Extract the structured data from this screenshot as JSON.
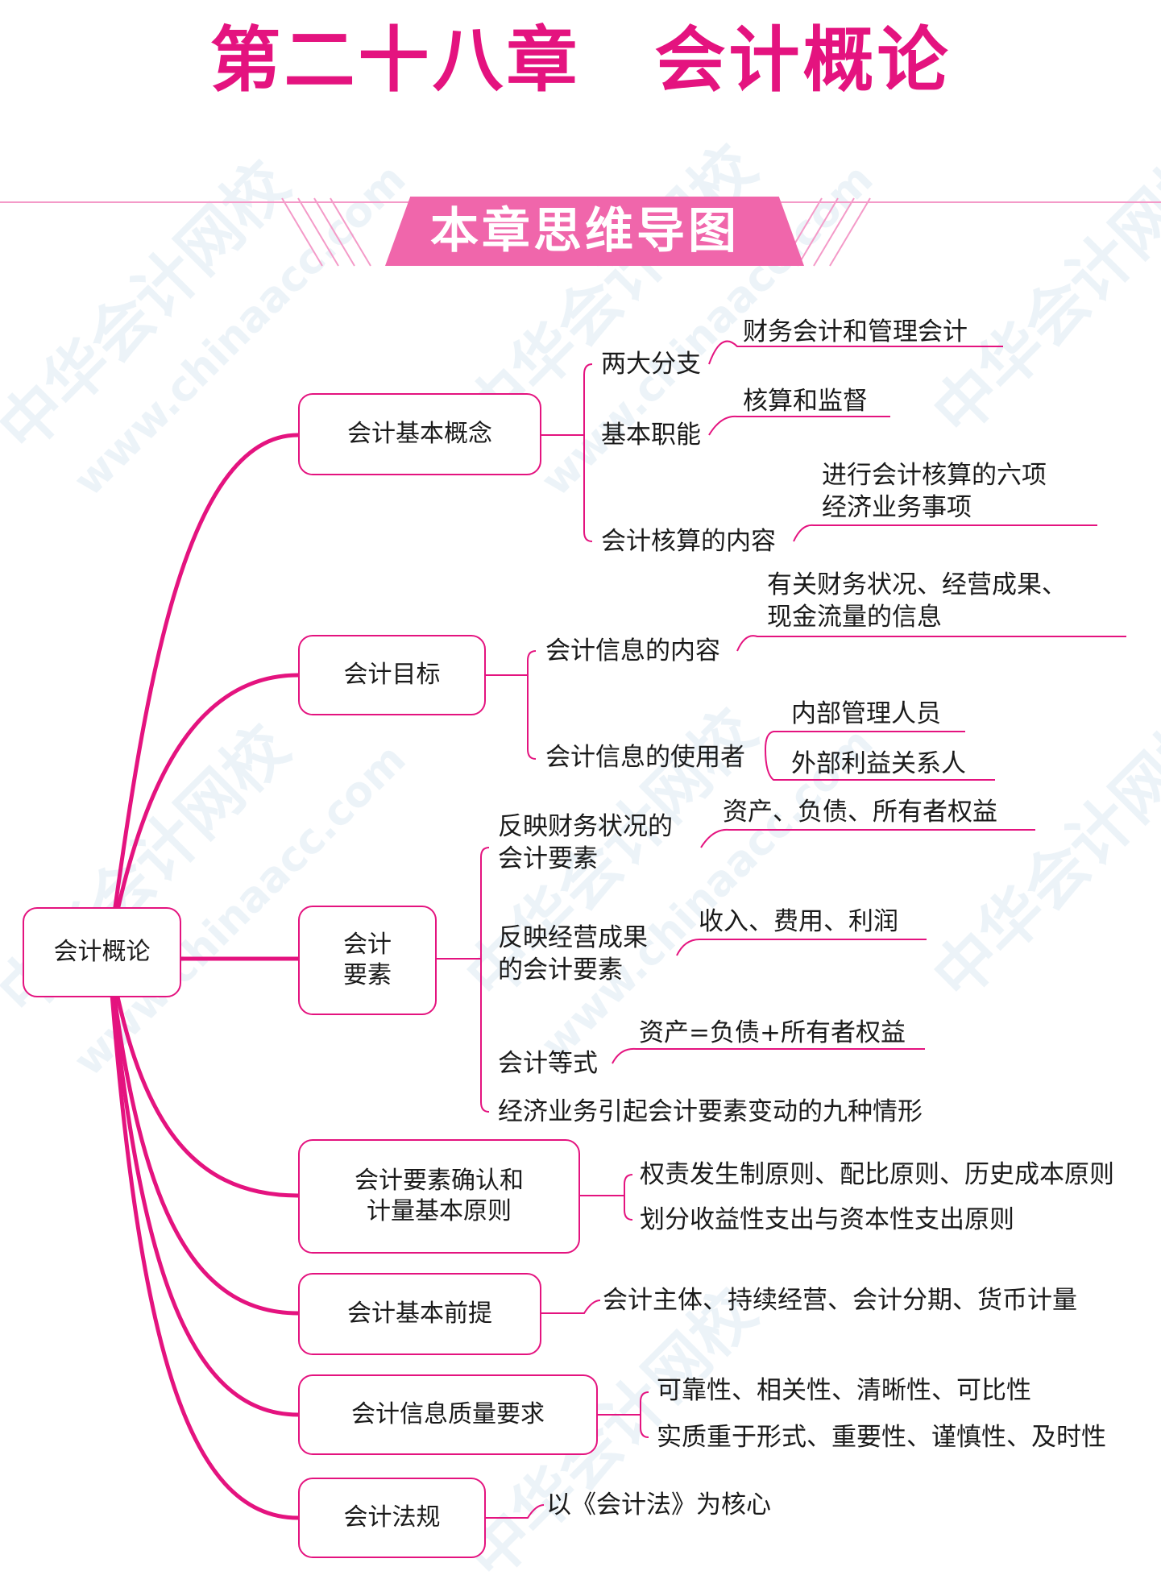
{
  "title": "第二十八章　会计概论",
  "banner": "本章思维导图",
  "watermark": {
    "name": "中华会计网校",
    "url": "www.chinaacc.com"
  },
  "colors": {
    "accent": "#e4137f",
    "banner": "#f066ab"
  },
  "root": "会计概论",
  "branches": [
    {
      "label": "会计基本概念",
      "children": [
        {
          "label": "两大分支",
          "detail": "财务会计和管理会计"
        },
        {
          "label": "基本职能",
          "detail": "核算和监督"
        },
        {
          "label": "会计核算的内容",
          "detail": "进行会计核算的六项\n经济业务事项"
        }
      ]
    },
    {
      "label": "会计目标",
      "children": [
        {
          "label": "会计信息的内容",
          "detail": "有关财务状况、经营成果、\n现金流量的信息"
        },
        {
          "label": "会计信息的使用者",
          "details": [
            "内部管理人员",
            "外部利益关系人"
          ]
        }
      ]
    },
    {
      "label": "会计\n要素",
      "children": [
        {
          "label": "反映财务状况的\n会计要素",
          "detail": "资产、负债、所有者权益"
        },
        {
          "label": "反映经营成果\n的会计要素",
          "detail": "收入、费用、利润"
        },
        {
          "label": "会计等式",
          "detail": "资产=负债+所有者权益"
        },
        {
          "label": "经济业务引起会计要素变动的九种情形"
        }
      ]
    },
    {
      "label": "会计要素确认和\n计量基本原则",
      "children": [
        {
          "label": "权责发生制原则、配比原则、历史成本原则"
        },
        {
          "label": "划分收益性支出与资本性支出原则"
        }
      ]
    },
    {
      "label": "会计基本前提",
      "children": [
        {
          "label": "会计主体、持续经营、会计分期、货币计量"
        }
      ]
    },
    {
      "label": "会计信息质量要求",
      "children": [
        {
          "label": "可靠性、相关性、清晰性、可比性"
        },
        {
          "label": "实质重于形式、重要性、谨慎性、及时性"
        }
      ]
    },
    {
      "label": "会计法规",
      "children": [
        {
          "label": "以《会计法》为核心"
        }
      ]
    }
  ]
}
